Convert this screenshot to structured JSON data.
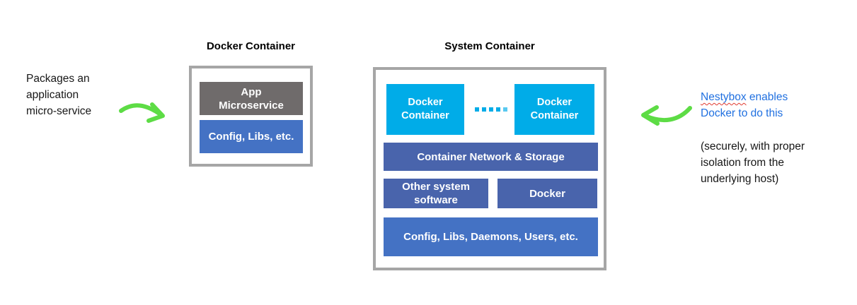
{
  "colors": {
    "cyan": "#00ace8",
    "bright_blue": "#4472c4",
    "muted_blue": "#4964ac",
    "dark_gray": "#6f6b6b",
    "border_gray": "#a6a6a6",
    "green": "#5ddc45",
    "link_blue": "#2070e0",
    "text_black": "#171717"
  },
  "left_note": {
    "lines": [
      "Packages an",
      "application",
      "micro-service"
    ]
  },
  "docker_diagram": {
    "title": "Docker Container",
    "app_lines": [
      "App",
      "Microservice"
    ],
    "config_label": "Config, Libs, etc."
  },
  "system_diagram": {
    "title": "System Container",
    "container1_lines": [
      "Docker",
      "Container"
    ],
    "container2_lines": [
      "Docker",
      "Container"
    ],
    "network_label": "Container Network & Storage",
    "other_software_lines": [
      "Other system",
      "software"
    ],
    "docker_label": "Docker",
    "config_label": "Config, Libs, Daemons, Users, etc."
  },
  "right_note": {
    "nestybox": "Nestybox",
    "enables_rest": " enables",
    "line2": "Docker to do this",
    "paren_lines": [
      "(securely, with proper",
      "isolation from the",
      "underlying host)"
    ]
  }
}
